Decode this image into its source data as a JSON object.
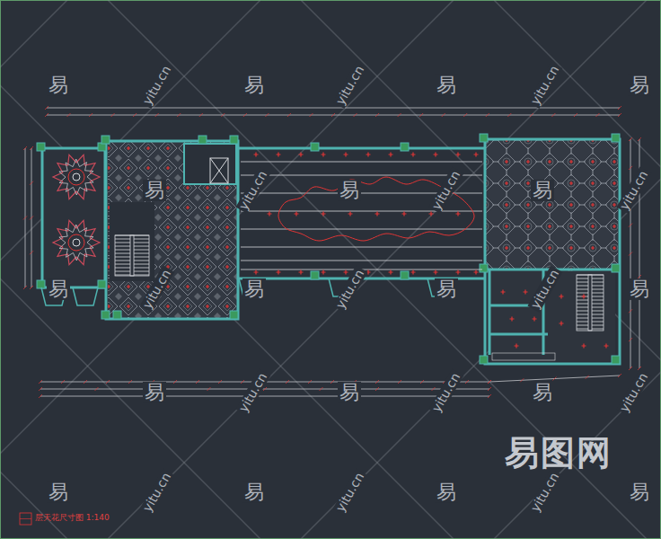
{
  "diagram": {
    "caption": "层天花尺寸图  1:140",
    "labels": [
      "易",
      "yitu.cn",
      "易",
      "yitu.cn",
      "易",
      "yitu.cn",
      "易",
      "易",
      "yitu.cn",
      "易",
      "yitu.cn",
      "易",
      "yitu.cn",
      "易",
      "yitu.cn",
      "易",
      "yitu.cn",
      "易",
      "yitu.cn",
      "易",
      "易",
      "yitu.cn",
      "易",
      "yitu.cn",
      "易",
      "yitu.cn",
      "易",
      "yitu.cn",
      "易",
      "yitu.cn",
      "易",
      "yitu.cn",
      "易",
      "易图网"
    ]
  }
}
